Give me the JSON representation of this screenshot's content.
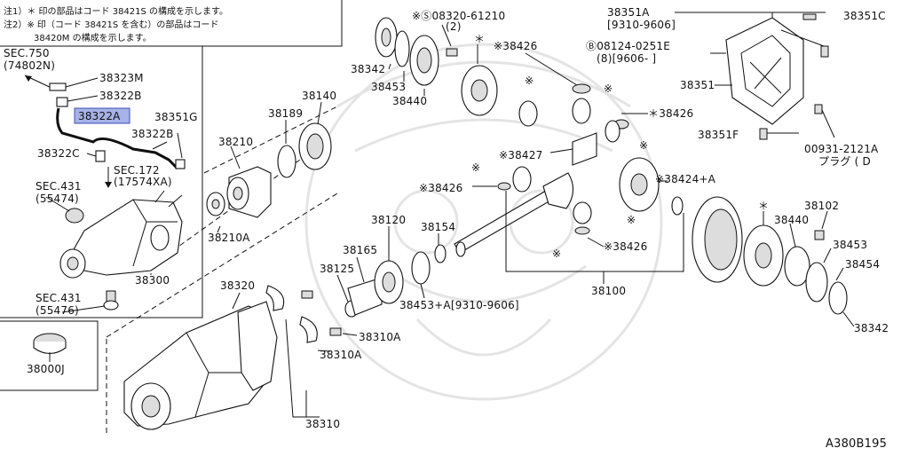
{
  "notes": {
    "line1": "注1）＊ 印の部品はコード 38421S の構成を示します。",
    "line2": "注2）※ 印（コード 38421S を含む）の部品はコード",
    "line3": "38420M の構成を示します。"
  },
  "labels": {
    "sec750": "SEC.750",
    "sec750_ref": "(74802N)",
    "p38323M": "38323M",
    "p38322B_top": "38322B",
    "p38322A": "38322A",
    "p38351G": "38351G",
    "p38322B": "38322B",
    "p38322C": "38322C",
    "sec172": "SEC.172",
    "sec172_ref": "(17574XA)",
    "sec431a": "SEC.431",
    "sec431a_ref": "(55474)",
    "p38300": "38300",
    "sec431b": "SEC.431",
    "sec431b_ref": "(55476)",
    "p38000J": "38000J",
    "p38210": "38210",
    "p38189": "38189",
    "p38140": "38140",
    "p38210A": "38210A",
    "p38342_top": "38342",
    "p38453_top": "38453",
    "p38440_top": "38440",
    "s08320": "※Ⓢ08320-61210",
    "s08320_qty": "(2)",
    "star1": "＊",
    "p38426_a": "※38426",
    "b08124": "Ⓑ08124-0251E",
    "b08124_qty": "(8)[9606-     ]",
    "p38351A": "38351A",
    "p38351A_date": "[9310-9606]",
    "p38351C": "38351C",
    "p38351": "38351",
    "p38426_b": "＊38426",
    "p38351F": "38351F",
    "p00931": "00931-2121A",
    "p00931_name": "プラグ ( D",
    "p38427": "※38427",
    "p38426_c": "※38426",
    "p38424": "※38424+A",
    "p38120": "38120",
    "p38154": "38154",
    "p38165": "38165",
    "p38125": "38125",
    "p38453A": "38453+A[9310-9606]",
    "p38426_d": "※38426",
    "p38100": "38100",
    "p38102": "38102",
    "p38440_r": "38440",
    "p38453_r": "38453",
    "p38454": "38454",
    "p38342_r": "38342",
    "p38320": "38320",
    "p38310A_a": "38310A",
    "p38310A_b": "38310A",
    "p38310": "38310",
    "mark_kome": "※",
    "mark_ast": "＊",
    "figure_id": "A380B195"
  }
}
